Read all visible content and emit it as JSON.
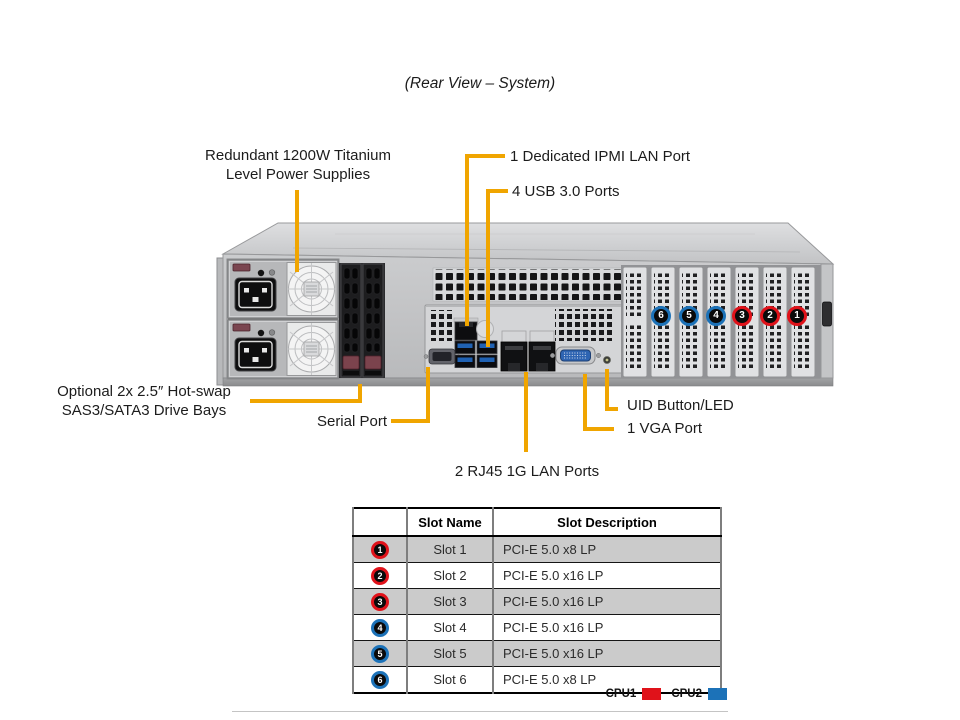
{
  "title": "(Rear View – System)",
  "colors": {
    "callout": "#F0A500",
    "cpu1": "#E0121A",
    "cpu2": "#1C72B8"
  },
  "callouts": {
    "power_supplies": "Redundant 1200W Titanium\nLevel Power Supplies",
    "ipmi": "1 Dedicated IPMI LAN Port",
    "usb": "4 USB 3.0 Ports",
    "drive_bays": "Optional 2x 2.5″ Hot-swap\nSAS3/SATA3 Drive Bays",
    "serial": "Serial Port",
    "lan": "2 RJ45 1G LAN Ports",
    "uid": "UID Button/LED",
    "vga": "1 VGA Port"
  },
  "chassis_badges": [
    {
      "number": "6",
      "cpu": "cpu2"
    },
    {
      "number": "5",
      "cpu": "cpu2"
    },
    {
      "number": "4",
      "cpu": "cpu2"
    },
    {
      "number": "3",
      "cpu": "cpu1"
    },
    {
      "number": "2",
      "cpu": "cpu1"
    },
    {
      "number": "1",
      "cpu": "cpu1"
    }
  ],
  "slot_table": {
    "headers": [
      "",
      "Slot Name",
      "Slot Description"
    ],
    "rows": [
      {
        "badge": "1",
        "cpu": "cpu1",
        "name": "Slot 1",
        "description": "PCI-E 5.0 x8 LP"
      },
      {
        "badge": "2",
        "cpu": "cpu1",
        "name": "Slot 2",
        "description": "PCI-E 5.0 x16 LP"
      },
      {
        "badge": "3",
        "cpu": "cpu1",
        "name": "Slot 3",
        "description": "PCI-E 5.0 x16 LP"
      },
      {
        "badge": "4",
        "cpu": "cpu2",
        "name": "Slot 4",
        "description": "PCI-E 5.0 x16 LP"
      },
      {
        "badge": "5",
        "cpu": "cpu2",
        "name": "Slot 5",
        "description": "PCI-E 5.0 x16 LP"
      },
      {
        "badge": "6",
        "cpu": "cpu2",
        "name": "Slot 6",
        "description": "PCI-E 5.0 x8 LP"
      }
    ]
  },
  "legend": [
    {
      "label": "CPU1",
      "color_key": "cpu1"
    },
    {
      "label": "CPU2",
      "color_key": "cpu2"
    }
  ]
}
